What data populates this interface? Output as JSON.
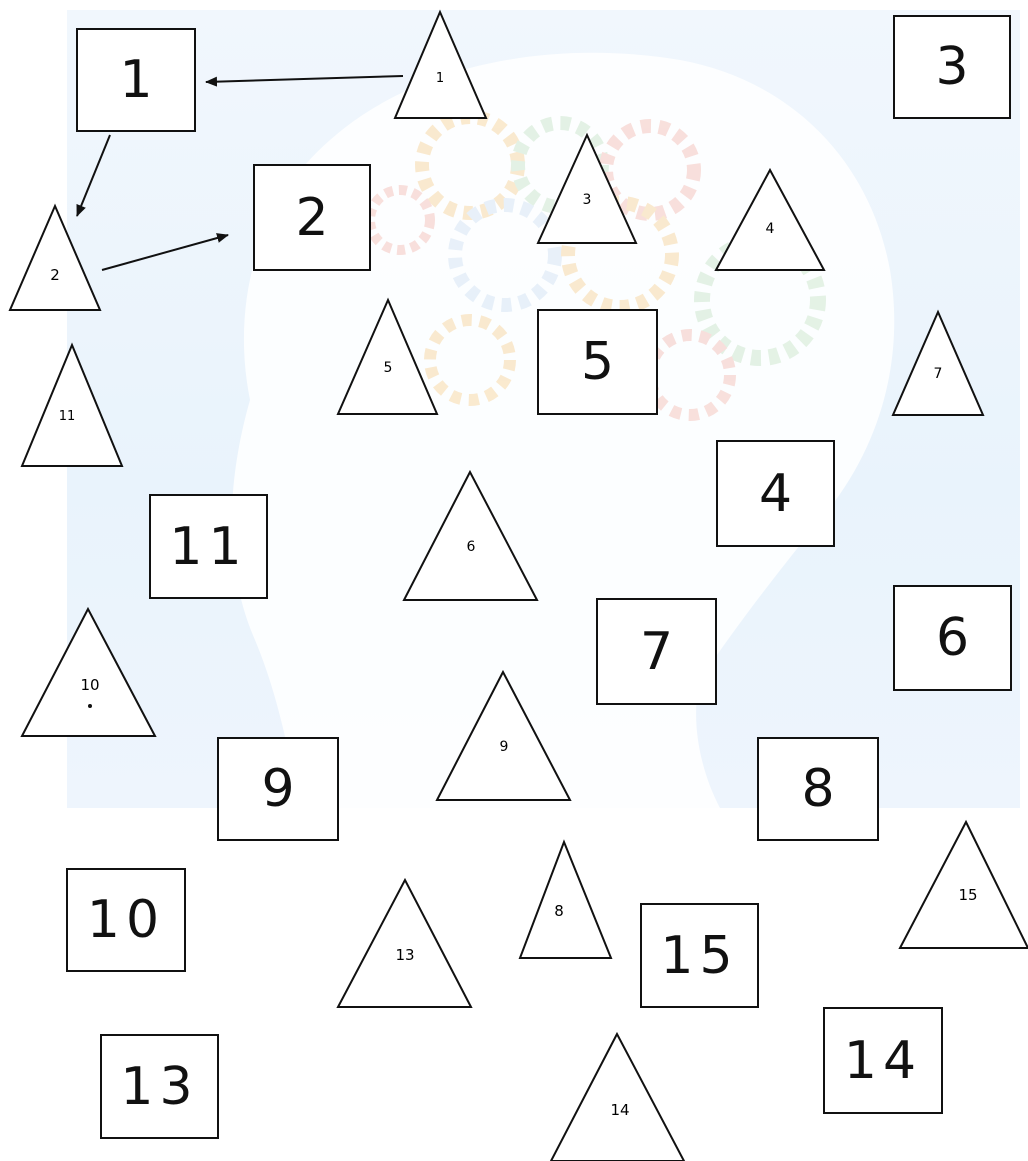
{
  "squares": [
    {
      "label": "1"
    },
    {
      "label": "2"
    },
    {
      "label": "3"
    },
    {
      "label": "4"
    },
    {
      "label": "5"
    },
    {
      "label": "6"
    },
    {
      "label": "7"
    },
    {
      "label": "8"
    },
    {
      "label": "9"
    },
    {
      "label": "10"
    },
    {
      "label": "11"
    },
    {
      "label": "13"
    },
    {
      "label": "14"
    },
    {
      "label": "15"
    }
  ],
  "triangles": [
    {
      "label": "1"
    },
    {
      "label": "2"
    },
    {
      "label": "3"
    },
    {
      "label": "4"
    },
    {
      "label": "5"
    },
    {
      "label": "6"
    },
    {
      "label": "7"
    },
    {
      "label": "8"
    },
    {
      "label": "9"
    },
    {
      "label": "10"
    },
    {
      "label": "11"
    },
    {
      "label": "13"
    },
    {
      "label": "14"
    },
    {
      "label": "15"
    }
  ],
  "arrows": [
    {
      "from": "triangle-1",
      "to": "square-1"
    },
    {
      "from": "square-1",
      "to": "triangle-2"
    },
    {
      "from": "triangle-2",
      "to": "square-2"
    }
  ],
  "colors": {
    "stroke": "#111111",
    "background_panel": "#eef5fc",
    "head_silhouette": "#ffffff",
    "gear_tints": [
      "#f7d9a8",
      "#cfe8d0",
      "#f4c6c0",
      "#d7e6f5"
    ]
  }
}
